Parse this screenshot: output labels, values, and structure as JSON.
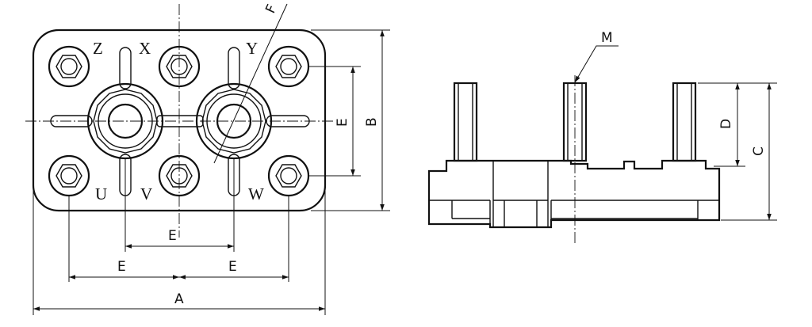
{
  "terminal_labels": {
    "z": "Z",
    "x": "X",
    "y": "Y",
    "u": "U",
    "v": "V",
    "w": "W"
  },
  "dimension_labels": {
    "a": "A",
    "b": "B",
    "c": "C",
    "d": "D",
    "e_vertical": "E",
    "e_upper": "E",
    "e_lower_left": "E",
    "e_lower_right": "E",
    "f": "F",
    "m": "M"
  }
}
